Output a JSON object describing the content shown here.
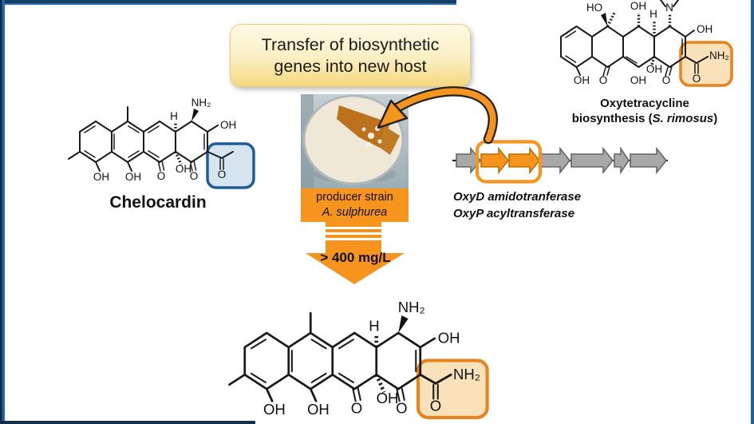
{
  "title_box": {
    "line1": "Transfer of biosynthetic",
    "line2": "genes into new host"
  },
  "chelocardin": {
    "name": "Chelocardin",
    "atoms": {
      "nh2": "NH₂",
      "h": "H",
      "oh_enol": "OH",
      "oh1": "OH",
      "oh2": "OH",
      "o1": "O",
      "oh3": "OH",
      "o2": "O",
      "o_acetyl": "O"
    }
  },
  "oxytetracycline": {
    "caption1": "Oxytetracycline",
    "caption2_prefix": "biosynthesis (",
    "caption2_species": "S. rimosus",
    "caption2_suffix": ")",
    "atoms": {
      "ho": "HO",
      "oh_top": "OH",
      "h_top": "H",
      "n": "N",
      "oh_enol": "OH",
      "nh2": "NH₂",
      "oh_mid": "OH",
      "oh1": "OH",
      "o1": "O",
      "oh2": "OH",
      "o2": "O",
      "o_amide": "O"
    }
  },
  "producer": {
    "line1": "producer strain",
    "line2": "A. sulphurea"
  },
  "gene_cluster": {
    "caption1": "OxyD amidotranferase",
    "caption2": "OxyP acyltransferase",
    "genes": [
      "gray",
      "orange",
      "orange",
      "gray",
      "gray",
      "gray",
      "gray"
    ]
  },
  "yield_label": "> 400 mg/L",
  "product": {
    "atoms": {
      "nh2_top": "NH₂",
      "h": "H",
      "oh_enol": "OH",
      "oh1": "OH",
      "oh2": "OH",
      "o1": "O",
      "oh3": "OH",
      "o2": "O",
      "o_amide": "O",
      "nh2_amide": "NH₂"
    }
  },
  "colors": {
    "orange": "#F7941D",
    "gray_gene": "#A8A8A8",
    "blue_box_stroke": "#1E5C9B",
    "blue_box_fill": "#CDDEED",
    "orange_box_stroke": "#E8831D",
    "orange_box_fill": "#F8DCAE",
    "frame_navy": "#173F66"
  }
}
